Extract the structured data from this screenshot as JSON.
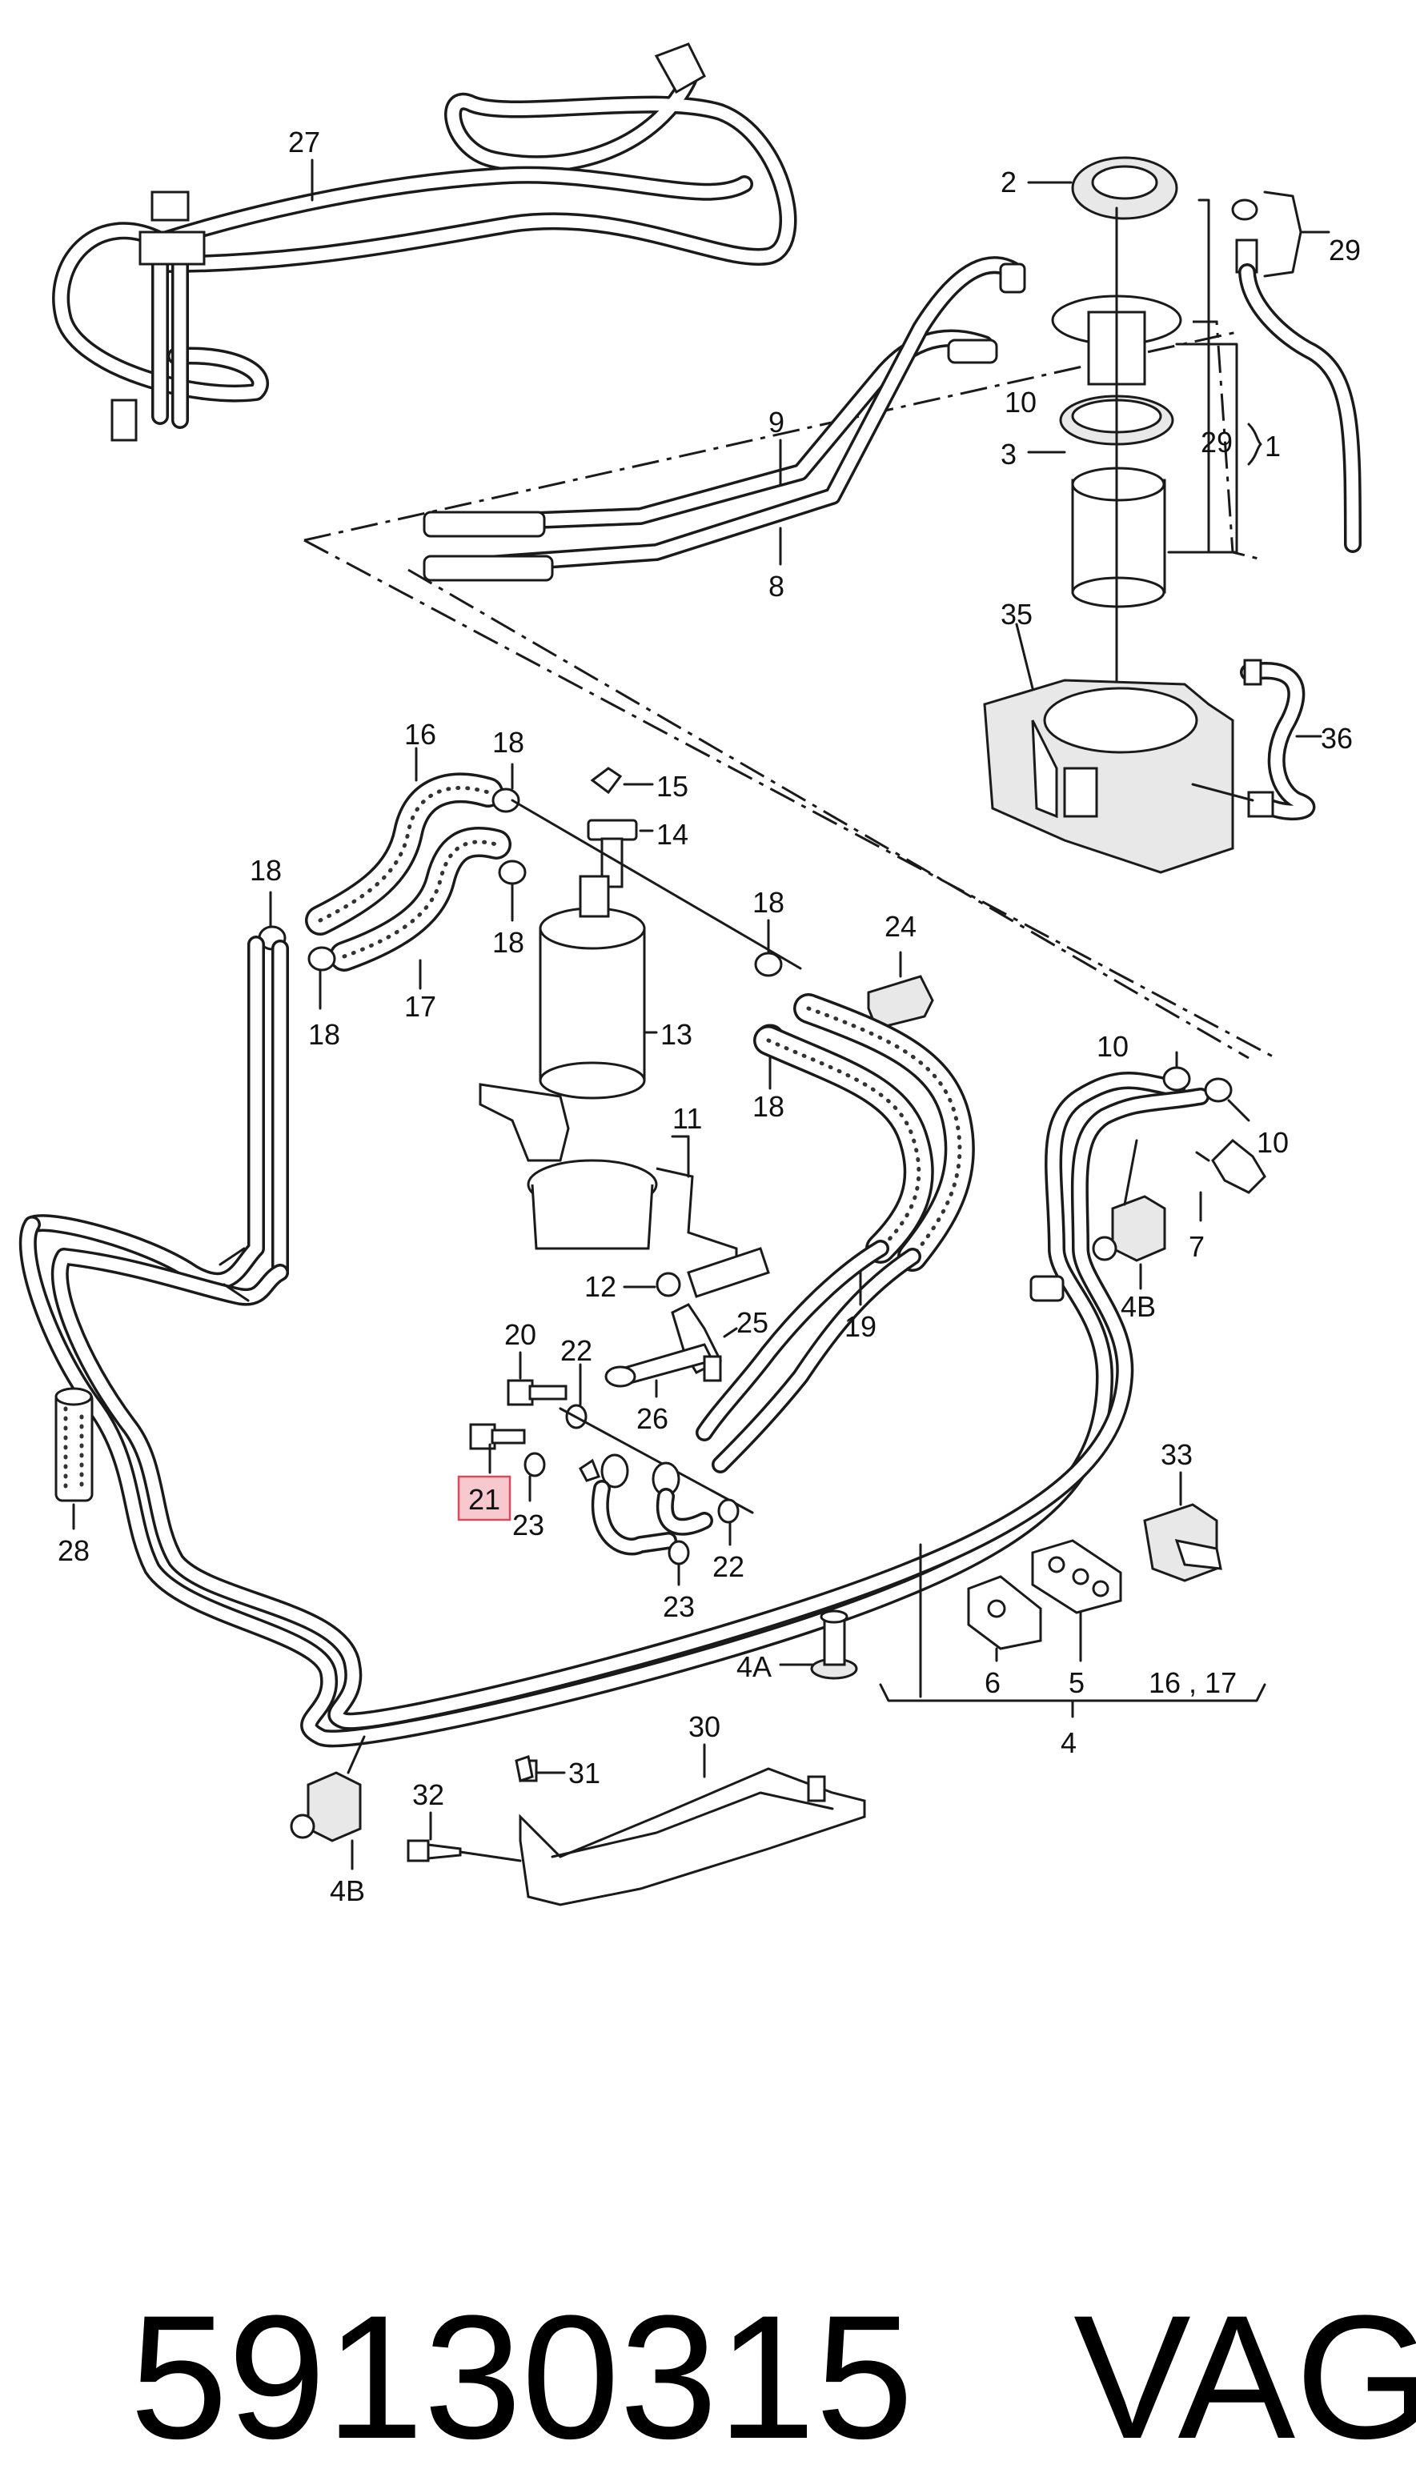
{
  "diagram": {
    "labels": {
      "l27": "27",
      "l2": "2",
      "l29a": "29",
      "l29b": "29",
      "l1": "1",
      "l10a": "10",
      "l10b": "10",
      "l10c": "10",
      "l3": "3",
      "l9": "9",
      "l8": "8",
      "l35": "35",
      "l36": "36",
      "l16": "16",
      "l18a": "18",
      "l18b": "18",
      "l18c": "18",
      "l18d": "18",
      "l18e": "18",
      "l18f": "18",
      "l15": "15",
      "l14": "14",
      "l17": "17",
      "l13": "13",
      "l24": "24",
      "l11": "11",
      "l12": "12",
      "l7": "7",
      "l4B_a": "4B",
      "l4B_b": "4B",
      "l19": "19",
      "l20": "20",
      "l22a": "22",
      "l22b": "22",
      "l25": "25",
      "l26": "26",
      "l21": "21",
      "l23a": "23",
      "l23b": "23",
      "l28": "28",
      "l33": "33",
      "l4A": "4A",
      "l6": "6",
      "l5": "5",
      "l16_17": "16 , 17",
      "l4": "4",
      "l30": "30",
      "l31": "31",
      "l32": "32"
    },
    "highlighted_part": "21",
    "highlight_color": "#f7c9cf"
  },
  "caption": {
    "part_number": "59130315",
    "brand": "VAG"
  }
}
